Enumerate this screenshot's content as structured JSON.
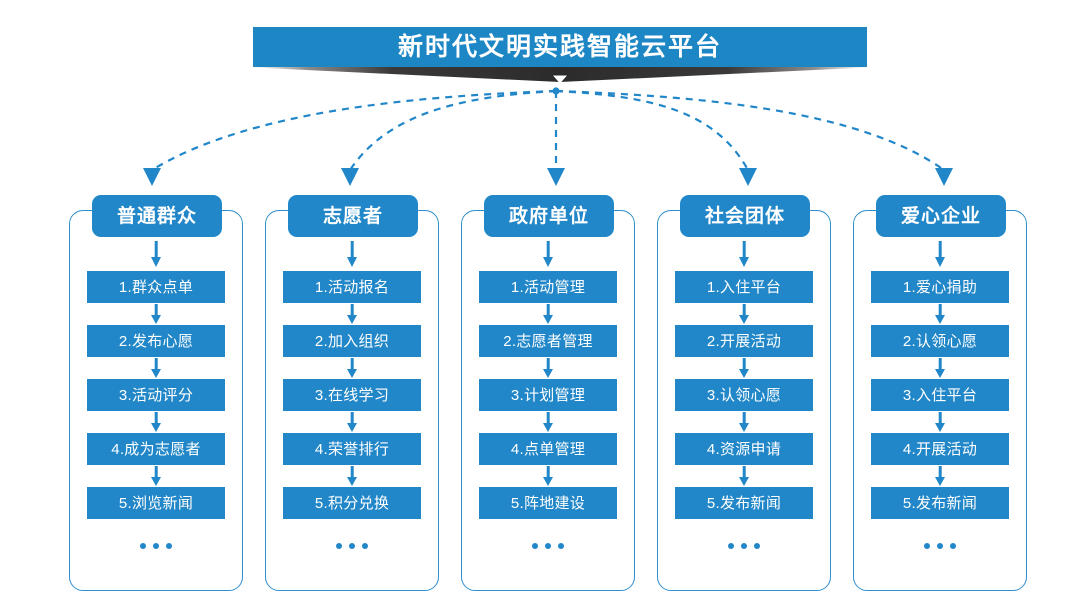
{
  "page": {
    "title": "新时代文明实践智能云平台",
    "background": "#ffffff",
    "accent_blue": "#2287c8",
    "title_blue": "#1d86c5",
    "ribbon_dark": "#2e2e2e",
    "border_blue": "#2f8fcd",
    "ellipsis": "• • •"
  },
  "columns": [
    {
      "id": "general-public",
      "header": "普通群众",
      "steps": [
        "1.群众点单",
        "2.发布心愿",
        "3.活动评分",
        "4.成为志愿者",
        "5.浏览新闻"
      ],
      "more": "…"
    },
    {
      "id": "volunteer",
      "header": "志愿者",
      "steps": [
        "1.活动报名",
        "2.加入组织",
        "3.在线学习",
        "4.荣誉排行",
        "5.积分兑换"
      ],
      "more": "…"
    },
    {
      "id": "government-unit",
      "header": "政府单位",
      "steps": [
        "1.活动管理",
        "2.志愿者管理",
        "3.计划管理",
        "4.点单管理",
        "5.阵地建设"
      ],
      "more": "…"
    },
    {
      "id": "social-group",
      "header": "社会团体",
      "steps": [
        "1.入住平台",
        "2.开展活动",
        "3.认领心愿",
        "4.资源申请",
        "5.发布新闻"
      ],
      "more": "…"
    },
    {
      "id": "caring-enterprise",
      "header": "爱心企业",
      "steps": [
        "1.爱心捐助",
        "2.认领心愿",
        "3.入住平台",
        "4.开展活动",
        "5.发布新闻"
      ],
      "more": "…"
    }
  ]
}
